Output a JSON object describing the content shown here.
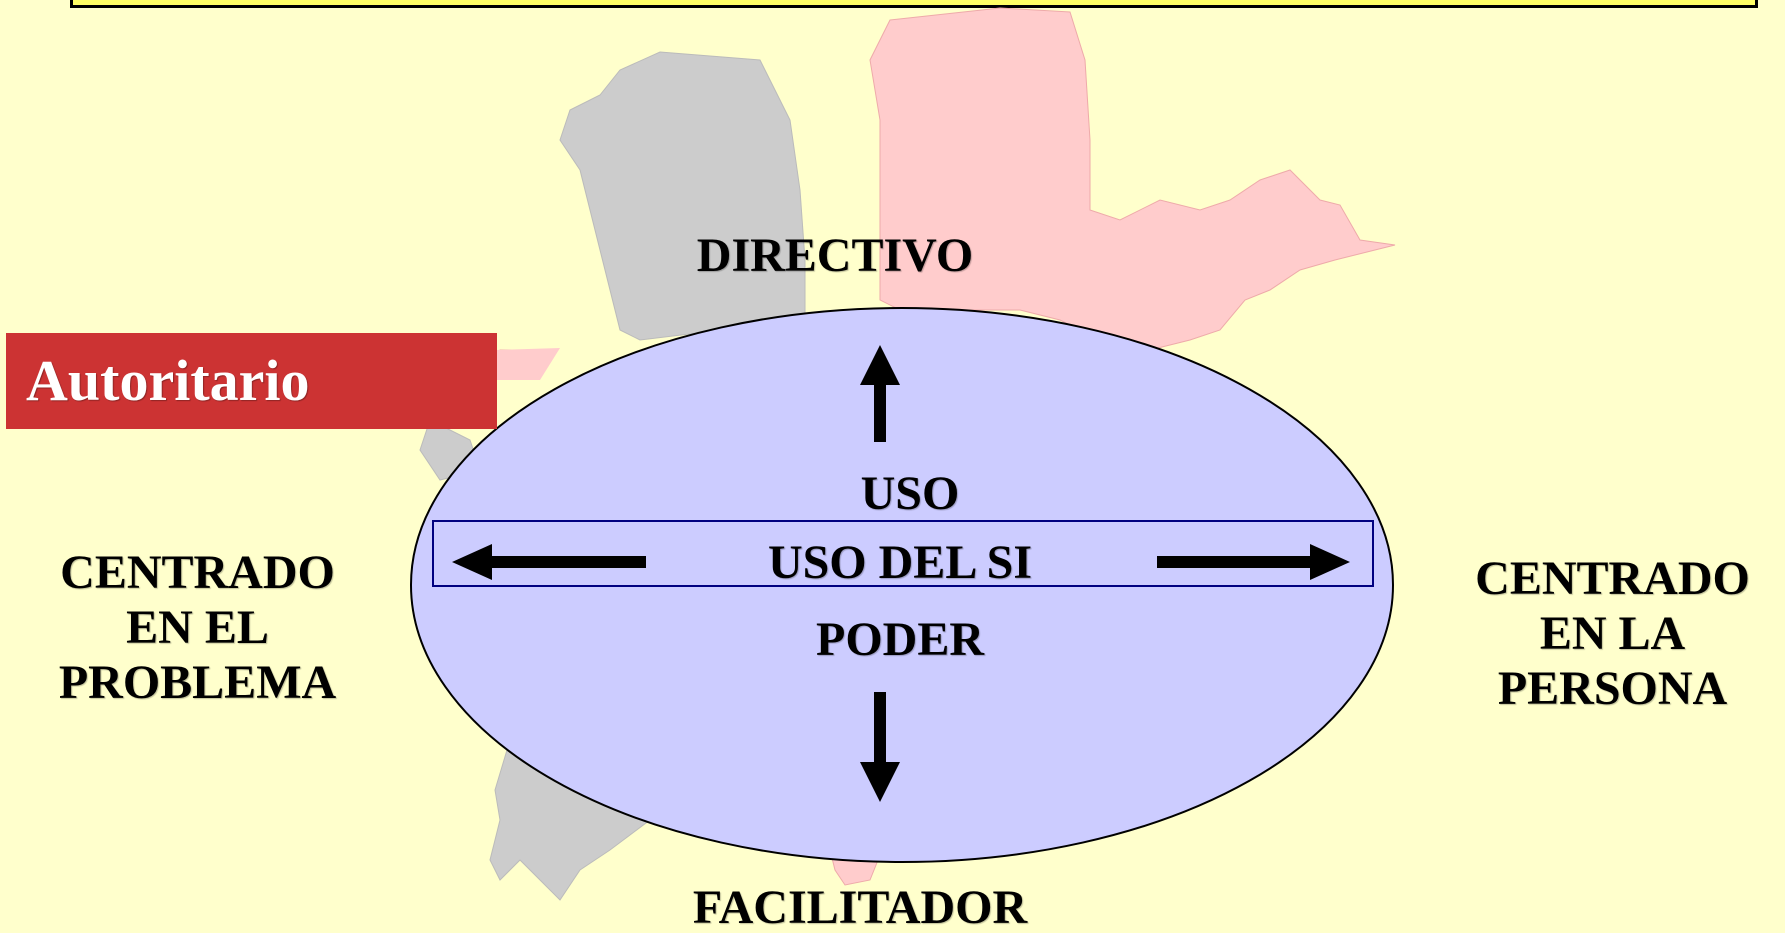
{
  "colors": {
    "background": "#ffffcc",
    "banner": "#ffff66",
    "ellipse_fill": "#ccccff",
    "autoritario_fill": "#cc3333",
    "gray_shape": "#cccccc",
    "pink_shape": "#ffcccc"
  },
  "labels": {
    "top": "DIRECTIVO",
    "bottom": "FACILITADOR",
    "center_top": "USO",
    "center_middle": "USO DEL SI",
    "center_bottom": "PODER",
    "left_lines": [
      "CENTRADO",
      "EN EL",
      "PROBLEMA"
    ],
    "right_lines": [
      "CENTRADO",
      "EN LA",
      "PERSONA"
    ]
  },
  "callout": {
    "text": "Autoritario"
  },
  "icons": {
    "up": "arrow-up-icon",
    "down": "arrow-down-icon",
    "left": "arrow-left-icon",
    "right": "arrow-right-icon"
  }
}
